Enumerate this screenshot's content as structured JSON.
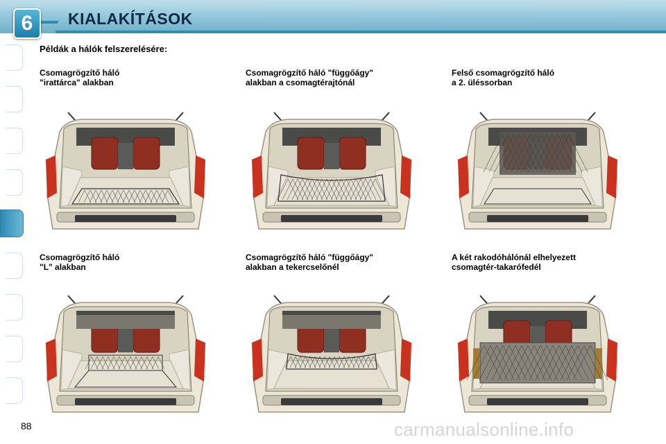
{
  "header": {
    "chapter_number": "6",
    "title": "KIALAKÍTÁSOK"
  },
  "subtitle": "Példák a hálók felszerelésére:",
  "figures": [
    {
      "caption": "Csomagrögzítő háló\n\"irattárca\" alakban",
      "variant": "floor-net"
    },
    {
      "caption": "Csomagrögzítő háló \"függőágy\"\nalakban a csomagtérajtónál",
      "variant": "hammock-door"
    },
    {
      "caption": "Felső csomagrögzítő háló\na 2. üléssorban",
      "variant": "upper-net"
    },
    {
      "caption": "Csomagrögzítő háló\n\"L\" alakban",
      "variant": "l-shape"
    },
    {
      "caption": "Csomagrögzítő háló \"függőágy\"\nalakban a tekercselőnél",
      "variant": "hammock-roller"
    },
    {
      "caption": "A két rakodóhálónál elhelyezett\ncsomagtér-takarófedél",
      "variant": "cover"
    }
  ],
  "page_number": "88",
  "watermark": "carmanualsonline.info",
  "colors": {
    "header_blue": "#6fb0c8",
    "title_navy": "#0f2a48",
    "seat_red": "#8f2f22",
    "car_body": "#ece7d6",
    "tail_light": "#c8321e"
  }
}
